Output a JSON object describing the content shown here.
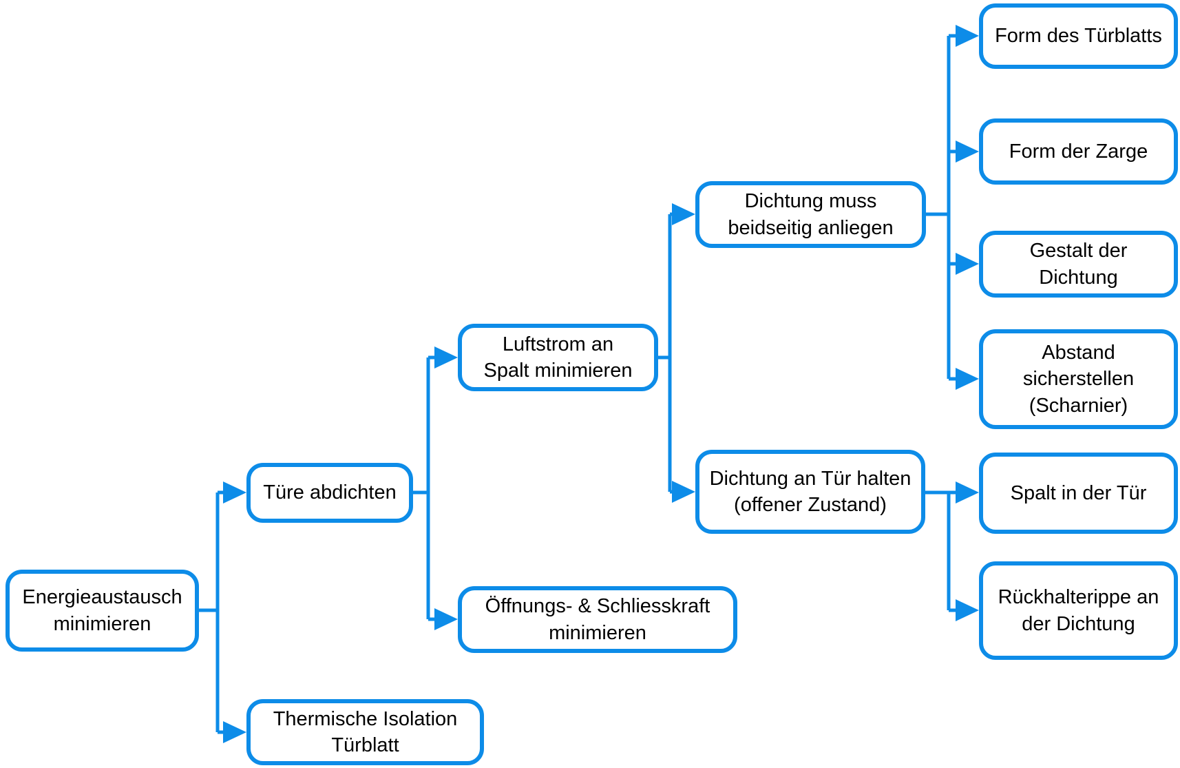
{
  "diagram": {
    "type": "tree",
    "orientation": "left-to-right",
    "language": "de"
  },
  "colors": {
    "accent": "#0d8ce8",
    "node_fill": "#ffffff",
    "text": "#000000",
    "background": "#ffffff"
  },
  "nodes": {
    "energieaustausch": {
      "label": "Energieaustausch\nminimieren"
    },
    "tuere_abdichten": {
      "label": "Türe abdichten"
    },
    "thermische_isolation": {
      "label": "Thermische Isolation\nTürblatt"
    },
    "luftstrom_spalt": {
      "label": "Luftstrom an\nSpalt minimieren"
    },
    "oeffnungs_schliesskraft": {
      "label": "Öffnungs- & Schliesskraft\nminimieren"
    },
    "dichtung_beidseitig": {
      "label": "Dichtung muss\nbeidseitig anliegen"
    },
    "dichtung_halten": {
      "label": "Dichtung an Tür halten\n(offener Zustand)"
    },
    "form_tuerblatts": {
      "label": "Form des Türblatts"
    },
    "form_zarge": {
      "label": "Form der Zarge"
    },
    "gestalt_dichtung": {
      "label": "Gestalt der\nDichtung"
    },
    "abstand_scharnier": {
      "label": "Abstand\nsicherstellen\n(Scharnier)"
    },
    "spalt_tuer": {
      "label": "Spalt in der Tür"
    },
    "rueckhalterippe": {
      "label": "Rückhalterippe an\nder Dichtung"
    }
  },
  "edges": [
    {
      "from": "energieaustausch",
      "to": "tuere_abdichten"
    },
    {
      "from": "energieaustausch",
      "to": "thermische_isolation"
    },
    {
      "from": "tuere_abdichten",
      "to": "luftstrom_spalt"
    },
    {
      "from": "tuere_abdichten",
      "to": "oeffnungs_schliesskraft"
    },
    {
      "from": "luftstrom_spalt",
      "to": "dichtung_beidseitig"
    },
    {
      "from": "luftstrom_spalt",
      "to": "dichtung_halten"
    },
    {
      "from": "dichtung_beidseitig",
      "to": "form_tuerblatts"
    },
    {
      "from": "dichtung_beidseitig",
      "to": "form_zarge"
    },
    {
      "from": "dichtung_beidseitig",
      "to": "gestalt_dichtung"
    },
    {
      "from": "dichtung_beidseitig",
      "to": "abstand_scharnier"
    },
    {
      "from": "dichtung_halten",
      "to": "spalt_tuer"
    },
    {
      "from": "dichtung_halten",
      "to": "rueckhalterippe"
    }
  ]
}
